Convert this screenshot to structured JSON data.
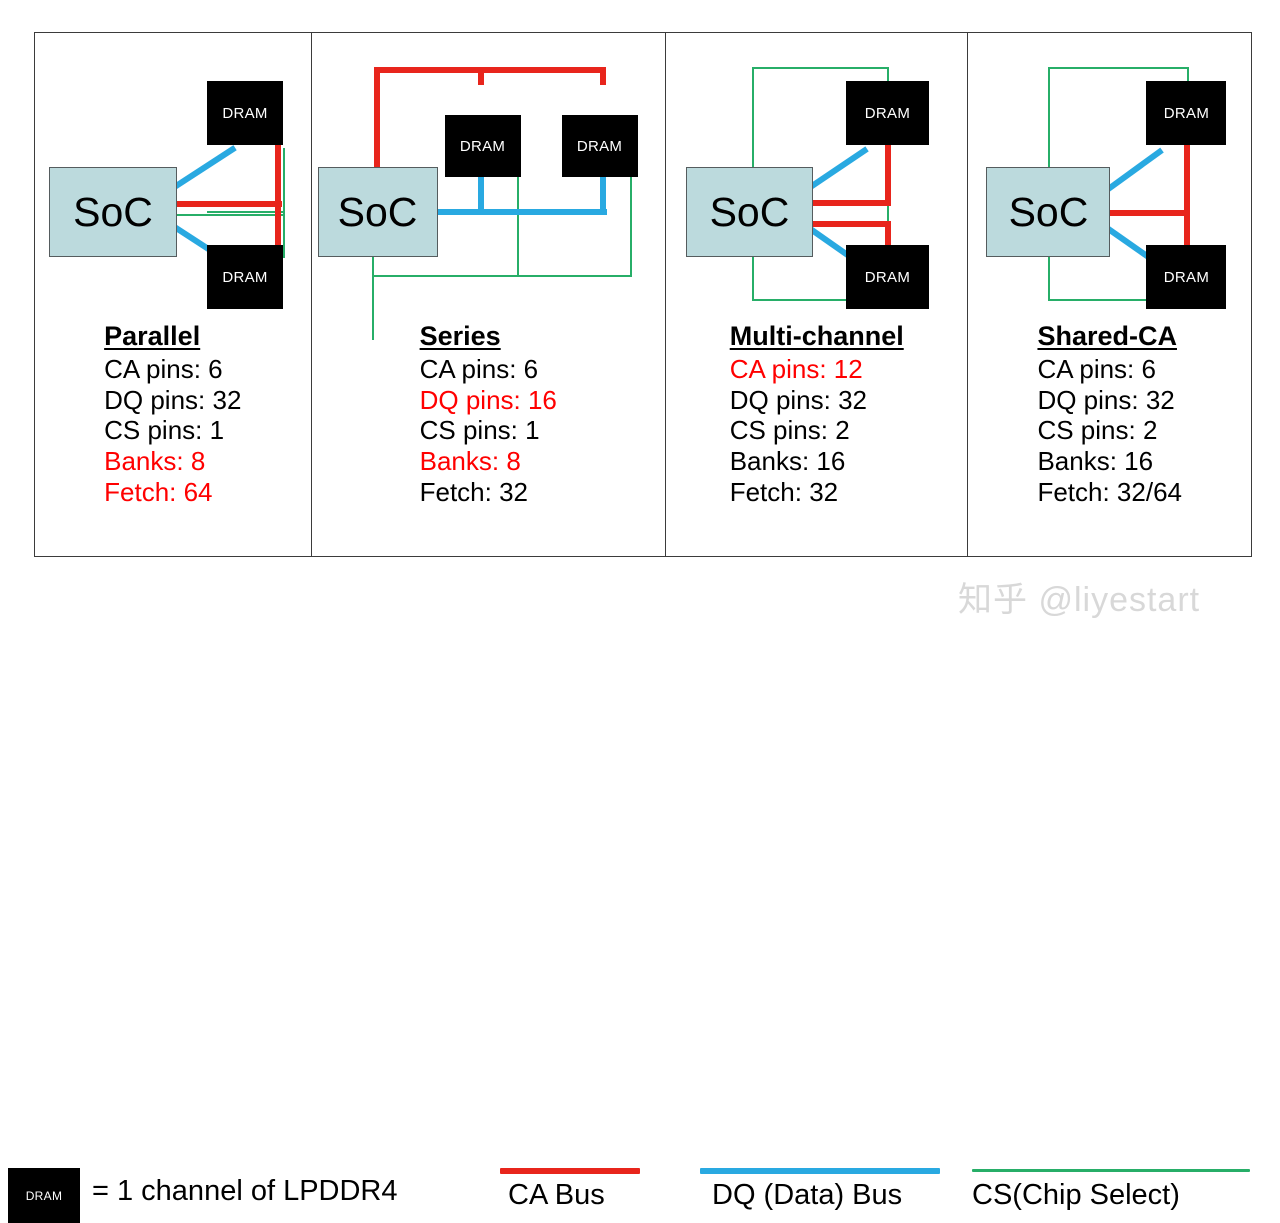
{
  "colors": {
    "ca_bus": "#e8251c",
    "dq_bus": "#29a9e1",
    "cs_bus": "#27ae68",
    "soc_fill": "#bcdadd",
    "dram_fill": "#000000",
    "highlight_text": "#ff0000"
  },
  "block_labels": {
    "soc": "SoC",
    "dram": "DRAM"
  },
  "panels": [
    {
      "title": "Parallel",
      "specs": [
        {
          "text": "CA pins: 6",
          "highlight": false
        },
        {
          "text": "DQ pins: 32",
          "highlight": false
        },
        {
          "text": "CS pins: 1",
          "highlight": false
        },
        {
          "text": "Banks: 8",
          "highlight": true
        },
        {
          "text": "Fetch: 64",
          "highlight": true
        }
      ]
    },
    {
      "title": "Series",
      "specs": [
        {
          "text": "CA pins: 6",
          "highlight": false
        },
        {
          "text": "DQ pins: 16",
          "highlight": true
        },
        {
          "text": "CS pins: 1",
          "highlight": false
        },
        {
          "text": "Banks: 8",
          "highlight": true
        },
        {
          "text": "Fetch: 32",
          "highlight": false
        }
      ]
    },
    {
      "title": "Multi-channel",
      "specs": [
        {
          "text": "CA pins: 12",
          "highlight": true
        },
        {
          "text": "DQ pins: 32",
          "highlight": false
        },
        {
          "text": "CS pins: 2",
          "highlight": false
        },
        {
          "text": "Banks: 16",
          "highlight": false
        },
        {
          "text": "Fetch: 32",
          "highlight": false
        }
      ]
    },
    {
      "title": "Shared-CA",
      "specs": [
        {
          "text": "CA pins: 6",
          "highlight": false
        },
        {
          "text": "DQ pins: 32",
          "highlight": false
        },
        {
          "text": "CS pins: 2",
          "highlight": false
        },
        {
          "text": "Banks: 16",
          "highlight": false
        },
        {
          "text": "Fetch: 32/64",
          "highlight": false
        }
      ]
    }
  ],
  "legend": {
    "dram_box_label": "DRAM",
    "dram_meaning": "= 1 channel of LPDDR4",
    "ca_label": "CA Bus",
    "dq_label": "DQ (Data) Bus",
    "cs_label": "CS(Chip Select)"
  },
  "watermark": "知乎 @liyestart"
}
